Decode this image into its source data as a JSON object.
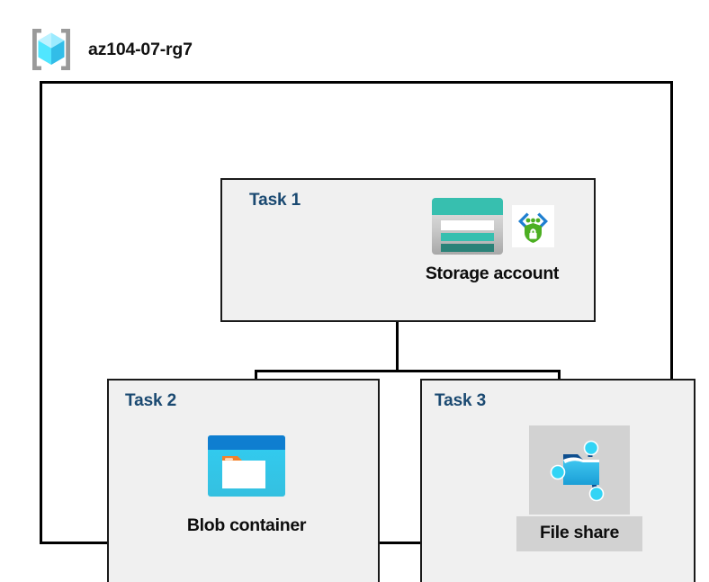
{
  "header": {
    "icon": "resource-group-cube-icon",
    "title": "az104-07-rg7"
  },
  "diagram": {
    "type": "azure-architecture",
    "container_label": "resource-group-boundary",
    "tasks": [
      {
        "id": "task1",
        "label": "Task 1",
        "node": {
          "caption": "Storage account",
          "icons": [
            "storage-account-icon",
            "secure-transfer-shield-icon"
          ],
          "selected": false
        }
      },
      {
        "id": "task2",
        "label": "Task 2",
        "node": {
          "caption": "Blob container",
          "icons": [
            "blob-container-icon"
          ],
          "selected": false
        }
      },
      {
        "id": "task3",
        "label": "Task 3",
        "node": {
          "caption": "File share",
          "icons": [
            "file-share-icon"
          ],
          "selected": true
        }
      }
    ],
    "connections": [
      {
        "from": "Storage account",
        "to": "Blob container"
      },
      {
        "from": "Storage account",
        "to": "File share"
      }
    ]
  },
  "colors": {
    "task_label": "#1a4971",
    "task_box_fill": "#f0f0f0",
    "box_border": "#1a1a1a",
    "outer_border": "#000000",
    "page_background": "#ffffff",
    "selection_highlight": "#d2d2d2",
    "storage_teal": "#37bfaf",
    "storage_teal_dark": "#2b8278",
    "blob_blue": "#0f7ed0",
    "blob_cyan": "#31c7ee",
    "blob_orange": "#f2822c",
    "shield_green": "#4caf22",
    "bracket_gray": "#9a9a9a",
    "cube_cyan": "#50e6ff"
  }
}
